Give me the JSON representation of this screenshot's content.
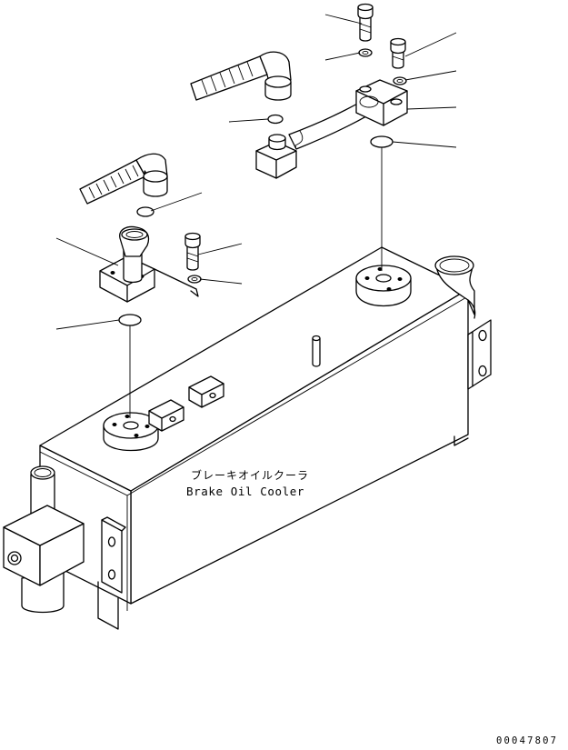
{
  "labels": {
    "component_name_jp": "ブレーキオイルクーラ",
    "component_name_en": "Brake Oil Cooler",
    "drawing_number": "00047807"
  }
}
